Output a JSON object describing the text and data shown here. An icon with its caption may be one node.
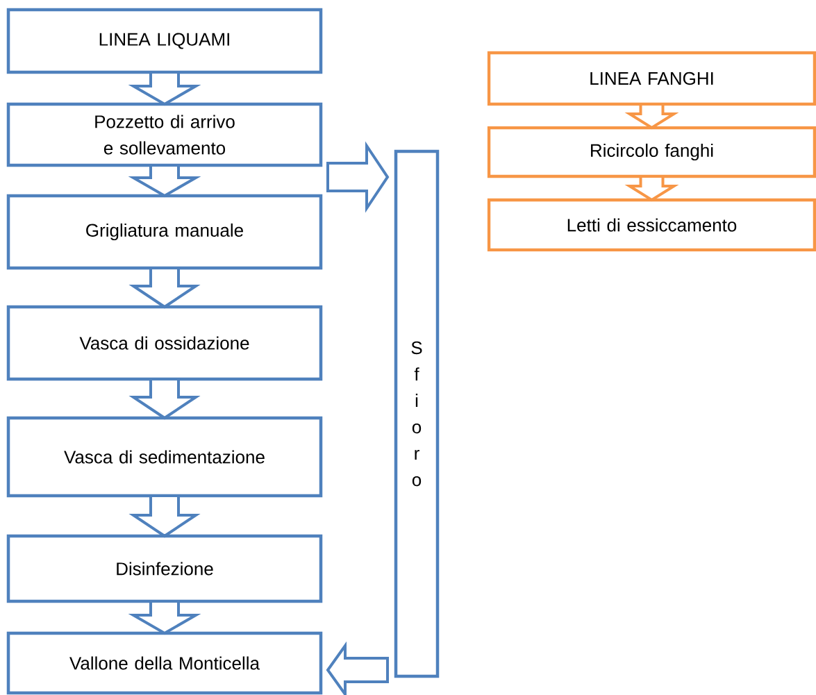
{
  "diagram": {
    "nodes": [
      {
        "text": [
          "LINEA LIQUAMI"
        ]
      },
      {
        "text": [
          "Pozzetto di arrivo e sollevamento"
        ]
      },
      {
        "text": [
          "Grigliatura manuale"
        ]
      },
      {
        "text": [
          "Vasca di ossidazione"
        ]
      },
      {
        "text": [
          "Vasca di sedimentazione"
        ]
      },
      {
        "text": [
          "Disinfezione"
        ]
      },
      {
        "text": [
          "Vallone della Monticella"
        ]
      },
      {
        "text": [
          "Sfioro"
        ]
      },
      {
        "text": [
          "LINEA FANGHI"
        ]
      },
      {
        "text": [
          "Ricircolo fanghi"
        ]
      },
      {
        "text": [
          "Letti di essiccamento"
        ]
      }
    ],
    "edges": [
      {
        "from": 0,
        "to": 1,
        "arrow": "to"
      },
      {
        "from": 1,
        "to": 2,
        "arrow": "to"
      },
      {
        "from": 2,
        "to": 3,
        "arrow": "to"
      },
      {
        "from": 3,
        "to": 4,
        "arrow": "to"
      },
      {
        "from": 4,
        "to": 5,
        "arrow": "to"
      },
      {
        "from": 5,
        "to": 6,
        "arrow": "to"
      },
      {
        "from": 1,
        "to": 7,
        "arrow": "to"
      },
      {
        "from": 7,
        "to": 6,
        "arrow": "to"
      },
      {
        "from": 8,
        "to": 9,
        "arrow": "to",
        "color": "#f79646"
      },
      {
        "from": 9,
        "to": 10,
        "arrow": "to",
        "color": "#f79646"
      }
    ]
  }
}
